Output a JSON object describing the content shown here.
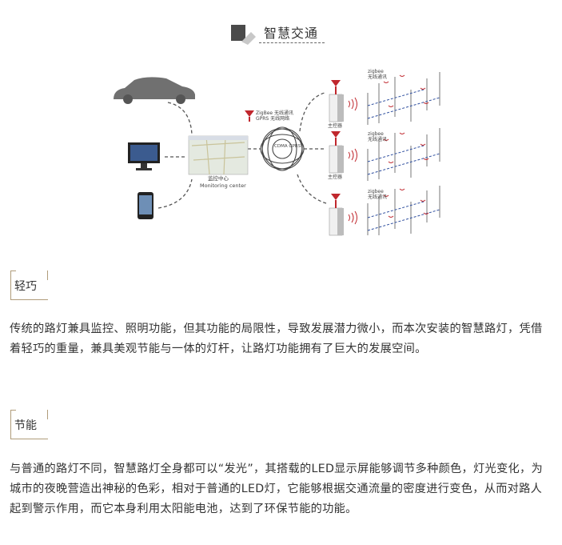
{
  "header": {
    "title": "智慧交通"
  },
  "diagram": {
    "center_label_cn": "监控中心",
    "center_label_en": "Monitoring center",
    "network_label": "CDMA\nGPRS",
    "wireless_label_1": "ZigBee 无线通讯",
    "wireless_label_2": "GPRS 无线网络",
    "zigbee_title": "zigbee",
    "zigbee_sub": "无线通讯",
    "controller_label": "主控器"
  },
  "sections": [
    {
      "label": "轻巧",
      "text": "传统的路灯兼具监控、照明功能，但其功能的局限性，导致发展潜力微小，而本次安装的智慧路灯，凭借着轻巧的重量，兼具美观节能与一体的灯杆，让路灯功能拥有了巨大的发展空间。"
    },
    {
      "label": "节能",
      "text": "与普通的路灯不同，智慧路灯全身都可以“发光”，其搭载的LED显示屏能够调节多种颜色，灯光变化，为城市的夜晚营造出神秘的色彩，相对于普通的LED灯，它能够根据交通流量的密度进行变色，从而对路人起到警示作用，而它本身利用太阳能电池，达到了环保节能的功能。"
    }
  ]
}
